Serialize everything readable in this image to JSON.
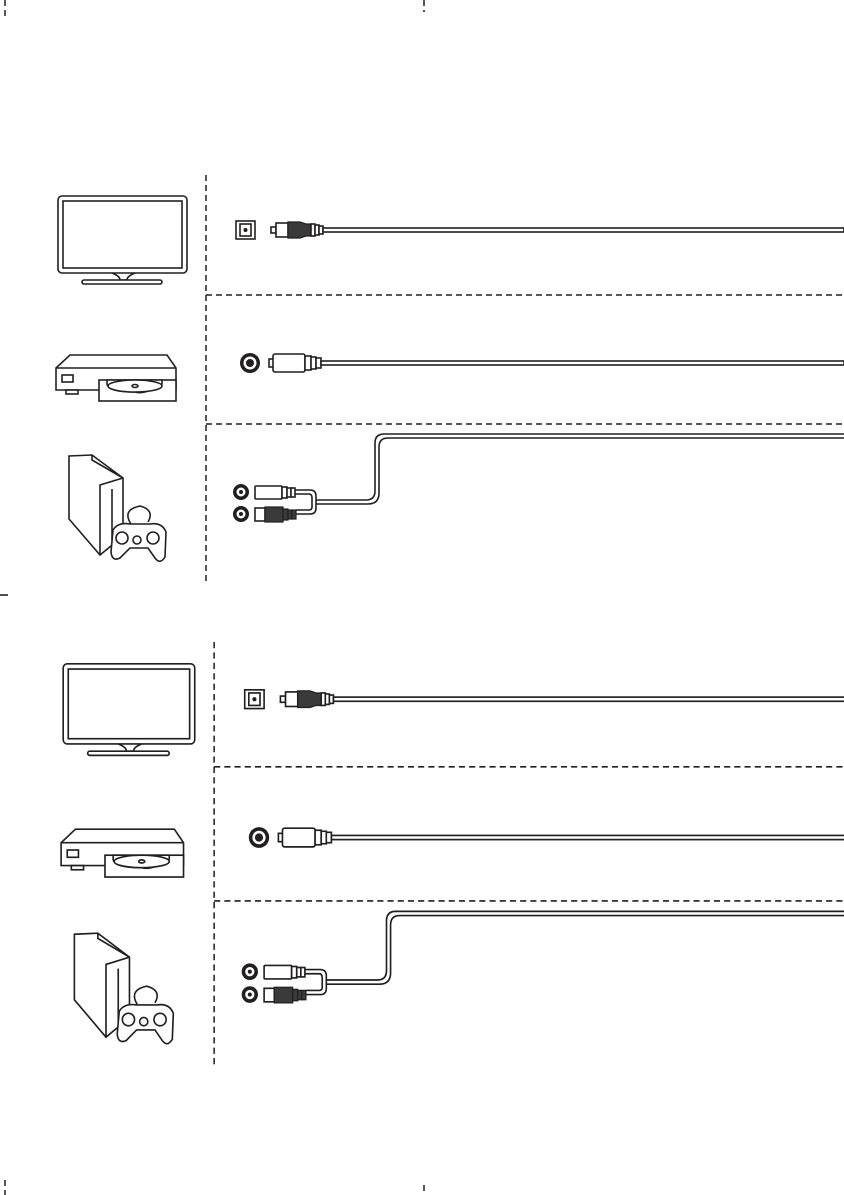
{
  "colors": {
    "line": "#231f20",
    "background": "#ffffff",
    "dark_plug": "#3a3a3a"
  },
  "panels": [
    {
      "devices": [
        "tv-icon",
        "disc-player-icon",
        "game-console-icon"
      ],
      "connections": [
        "optical-cable",
        "coaxial-cable",
        "rca-stereo-cable"
      ]
    },
    {
      "devices": [
        "tv-icon",
        "disc-player-icon",
        "game-console-icon"
      ],
      "connections": [
        "optical-cable",
        "coaxial-cable",
        "rca-stereo-cable"
      ]
    }
  ]
}
